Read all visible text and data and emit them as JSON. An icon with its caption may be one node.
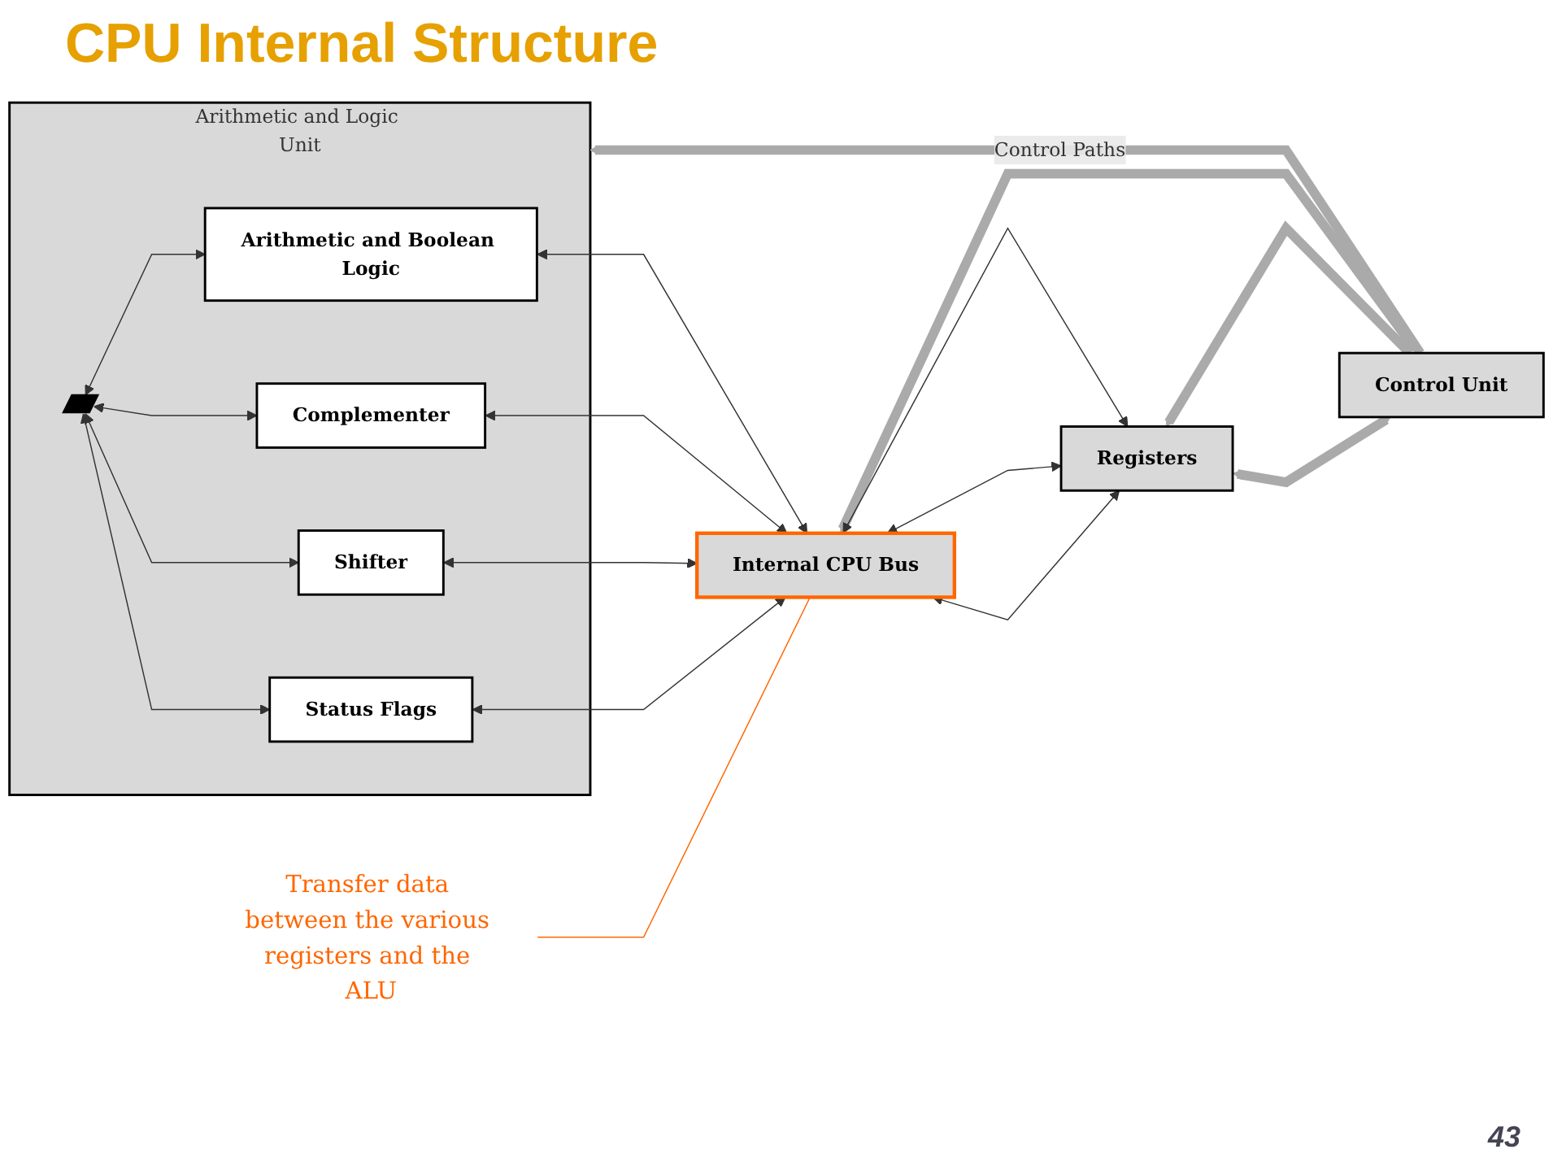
{
  "diagram": {
    "title": "CPU Internal Structure",
    "nodes": [
      {
        "text": [
          "Arithmetic and Logic Unit"
        ]
      },
      {
        "text": [],
        "shape": "bar",
        "in": 0
      },
      {
        "text": [
          "Status Flags"
        ],
        "in": 0
      },
      {
        "text": [
          "Shifter"
        ],
        "in": 0
      },
      {
        "text": [
          "Complementer"
        ],
        "in": 0
      },
      {
        "text": [
          "Arithmetic and Boolean Logic"
        ],
        "in": 0
      },
      {
        "text": [
          "Internal CPU Bus"
        ]
      },
      {
        "text": [
          "Registers"
        ]
      },
      {
        "text": [
          "Control Unit"
        ]
      },
      {
        "text": [
          "Transfer data between the various registers and the ALU"
        ]
      }
    ],
    "edges": [
      {
        "from": 1,
        "to": 2,
        "arrow": "both"
      },
      {
        "from": 1,
        "to": 3,
        "arrow": "both"
      },
      {
        "from": 1,
        "to": 4,
        "arrow": "both"
      },
      {
        "from": 1,
        "to": 5,
        "arrow": "both"
      },
      {
        "from": 2,
        "to": 6,
        "arrow": "both"
      },
      {
        "from": 3,
        "to": 6,
        "arrow": "both"
      },
      {
        "from": 4,
        "to": 6,
        "arrow": "both"
      },
      {
        "from": 5,
        "to": 6,
        "arrow": "both"
      },
      {
        "from": 6,
        "to": 7,
        "arrow": "both"
      },
      {
        "from": 6,
        "to": 7,
        "arrow": "both"
      },
      {
        "from": 6,
        "to": 7,
        "arrow": "both"
      },
      {
        "from": 7,
        "to": 8,
        "arrow": "both",
        "style": "thick",
        "color": "#aaaaaa"
      },
      {
        "from": 6,
        "to": 8,
        "arrow": "both",
        "style": "thick",
        "color": "#aaaaaa"
      },
      {
        "from": 8,
        "to": 0,
        "arrow": "to",
        "style": "thick",
        "color": "#aaaaaa",
        "label": "Control Paths"
      },
      {
        "from": 8,
        "to": 7,
        "arrow": "to",
        "style": "thick",
        "color": "#aaaaaa"
      },
      {
        "from": 9,
        "to": 6,
        "arrow": "none",
        "color": "#ff6600"
      }
    ],
    "labels": [
      "43"
    ]
  }
}
